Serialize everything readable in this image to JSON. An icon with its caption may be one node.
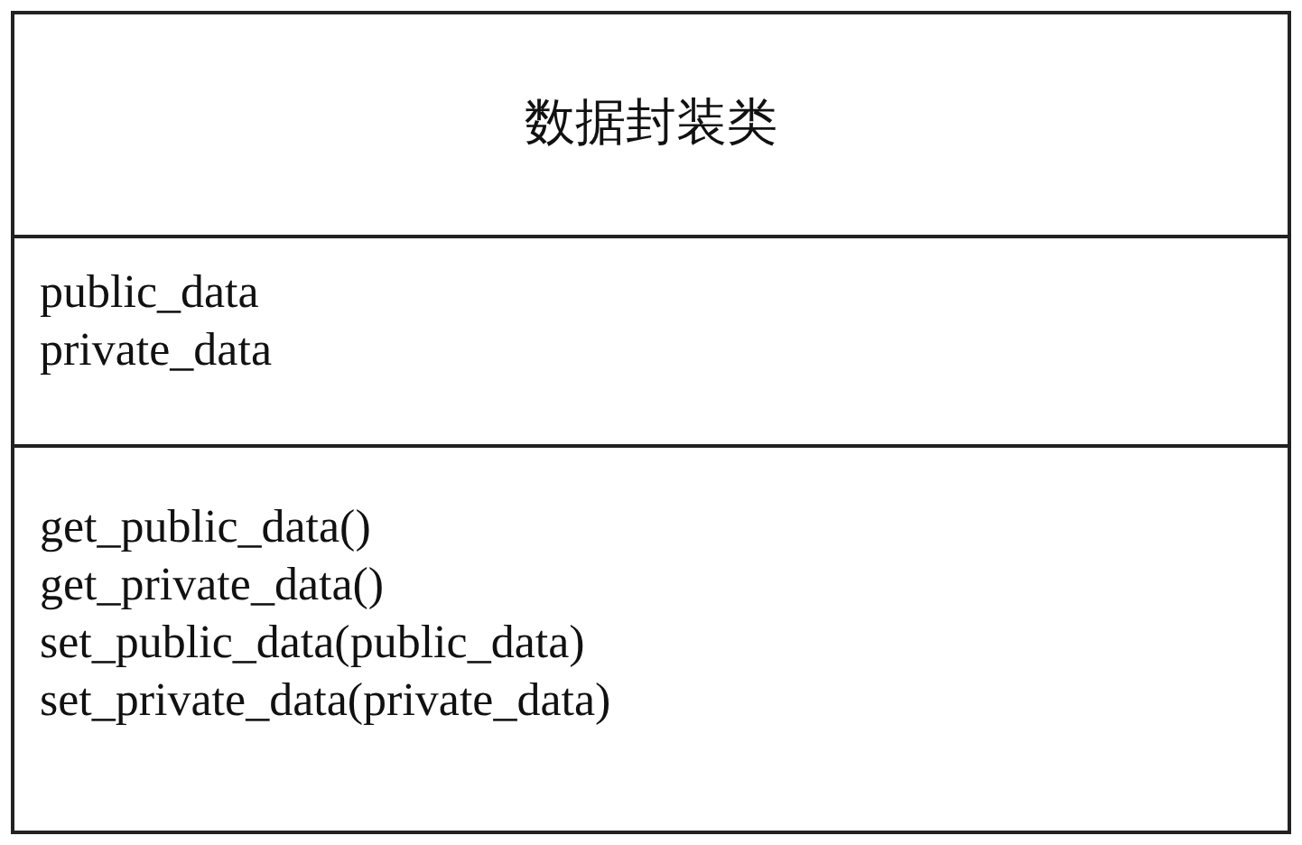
{
  "diagram": {
    "nodes": [
      {
        "text": [
          "数据封装类"
        ]
      },
      {
        "text": [
          "public_data",
          "private_data"
        ]
      },
      {
        "text": [
          "get_public_data()",
          "get_private_data()",
          "set_public_data(public_data)",
          "set_private_data(private_data)"
        ]
      }
    ],
    "edges": []
  }
}
